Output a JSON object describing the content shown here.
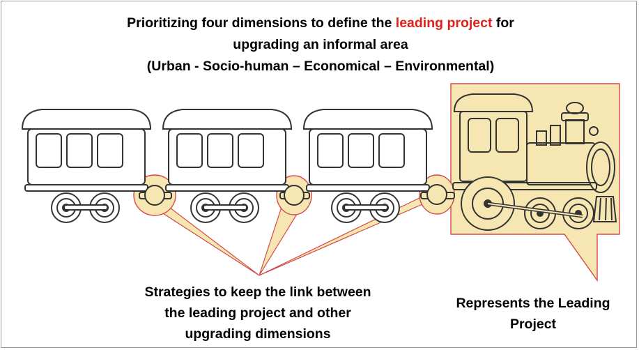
{
  "title": {
    "line1_before": "Prioritizing four dimensions to define the ",
    "line1_highlight": "leading project",
    "line1_after": " for",
    "line2": "upgrading an informal area",
    "line3": "(Urban -  Socio-human – Economical – Environmental)",
    "highlight_color": "#e0201b"
  },
  "labels": {
    "strategies_line1": "Strategies to keep the link between",
    "strategies_line2": "the leading project and other",
    "strategies_line3": "upgrading dimensions",
    "represents_line1": "Represents the Leading",
    "represents_line2": "Project"
  },
  "colors": {
    "callout_fill": "#f6e7b2",
    "callout_stroke": "#d44a4a",
    "outline": "#333333"
  },
  "icons": [
    "passenger-car",
    "locomotive",
    "coupling"
  ]
}
